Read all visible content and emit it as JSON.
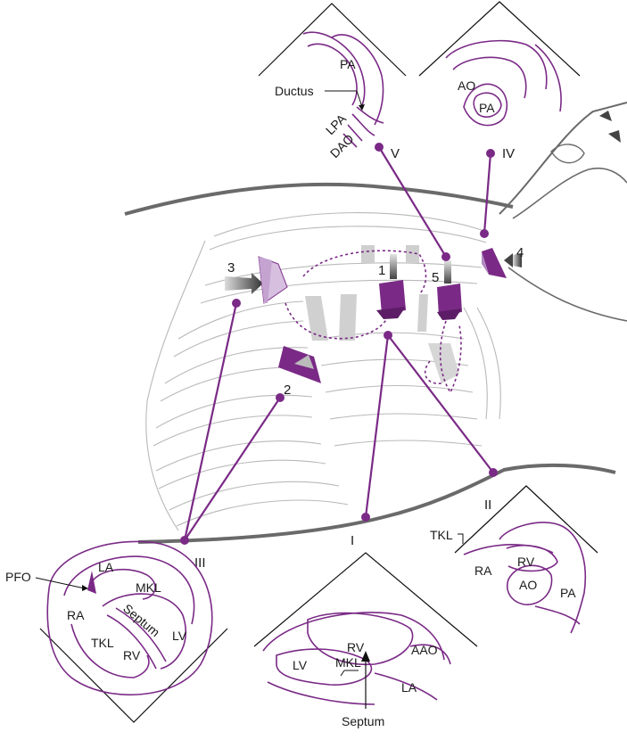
{
  "colors": {
    "accent": "#7a2a86",
    "accent_light": "#d7bfe0",
    "probe": "#7a2a86",
    "rib": "#b9b9b9",
    "outline": "#6a6a6a"
  },
  "probe_numbers": {
    "p1": "1",
    "p2": "2",
    "p3": "3",
    "p4": "4",
    "p5": "5"
  },
  "view_numerals": {
    "v1": "I",
    "v2": "II",
    "v3": "III",
    "v4": "IV",
    "v5": "V"
  },
  "view_V": {
    "pa": "PA",
    "ductus": "Ductus",
    "lpa": "LPA",
    "dao": "DAO"
  },
  "view_IV": {
    "ao": "AO",
    "pa": "PA"
  },
  "view_II": {
    "tkl": "TKL",
    "rv": "RV",
    "ra": "RA",
    "ao": "AO",
    "pa": "PA"
  },
  "view_III": {
    "pfo": "PFO",
    "la": "LA",
    "mkl": "MKL",
    "ra": "RA",
    "septum": "Septum",
    "lv": "LV",
    "tkl": "TKL",
    "rv": "RV"
  },
  "view_I": {
    "rv": "RV",
    "aao": "AAO",
    "lv": "LV",
    "mkl": "MKL",
    "la": "LA",
    "septum": "Septum"
  }
}
